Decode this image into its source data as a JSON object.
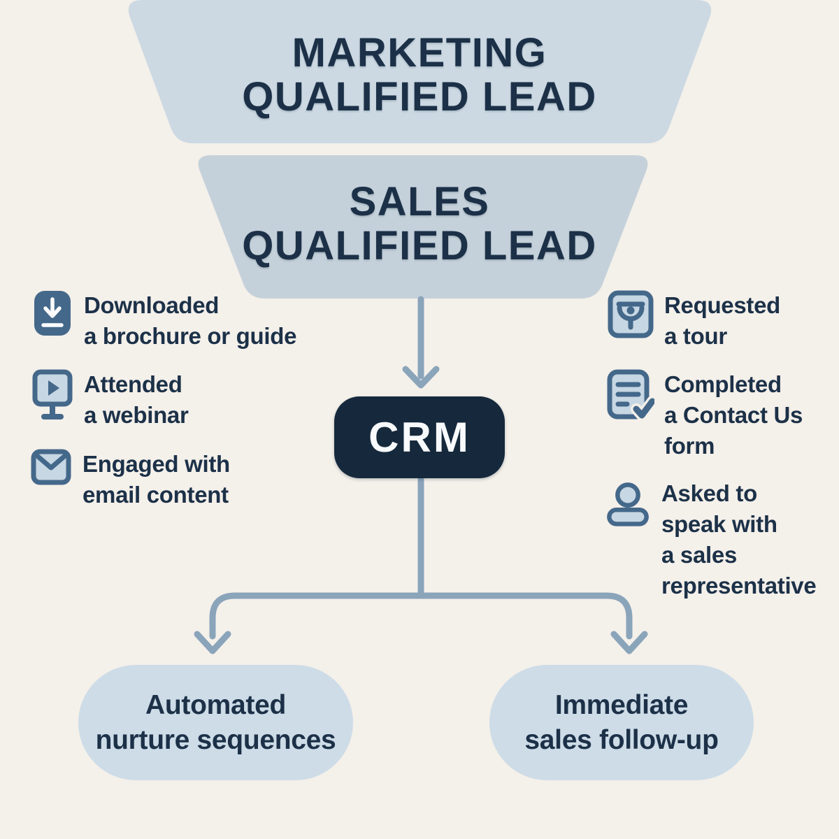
{
  "colors": {
    "background": "#f4f0ea",
    "funnel_top": "#ccd9e3",
    "funnel_mid": "#c5d1da",
    "crm_bg": "#16293c",
    "crm_text": "#f8fafc",
    "text_navy": "#1c3148",
    "arrow": "#8aa4ba",
    "icon_dark": "#44688a",
    "icon_light": "#c7d7e3",
    "pill_bg": "#cddce7"
  },
  "funnel": {
    "stages": [
      {
        "id": "marketing-qualified-lead",
        "lines": [
          "MARKETING",
          "QUALIFIED LEAD"
        ]
      },
      {
        "id": "sales-qualified-lead",
        "lines": [
          "SALES",
          "QUALIFIED LEAD"
        ]
      }
    ]
  },
  "mql_signals": [
    {
      "icon": "download-icon",
      "lines": [
        "Downloaded",
        "a brochure or guide"
      ]
    },
    {
      "icon": "webinar-icon",
      "lines": [
        "Attended",
        "a webinar"
      ]
    },
    {
      "icon": "email-icon",
      "lines": [
        "Engaged with",
        "email content"
      ]
    }
  ],
  "sql_signals": [
    {
      "icon": "tour-icon",
      "lines": [
        "Requested",
        "a tour"
      ]
    },
    {
      "icon": "contact-form-icon",
      "lines": [
        "Completed",
        "a Contact Us",
        "form"
      ]
    },
    {
      "icon": "person-icon",
      "lines": [
        "Asked to",
        "speak with",
        "a sales",
        "representative"
      ]
    }
  ],
  "crm": {
    "label": "CRM"
  },
  "outcomes": [
    {
      "id": "automated-nurture",
      "lines": [
        "Automated",
        "nurture sequences"
      ]
    },
    {
      "id": "immediate-followup",
      "lines": [
        "Immediate",
        "sales follow-up"
      ]
    }
  ]
}
